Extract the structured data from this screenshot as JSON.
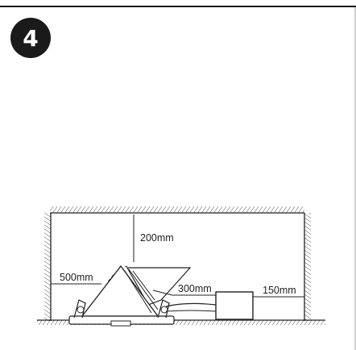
{
  "step": {
    "number": "4"
  },
  "dimensions": {
    "ceiling_gap": "200mm",
    "side_gap": "500mm",
    "driver_gap": "300mm",
    "wall_gap": "150mm"
  }
}
